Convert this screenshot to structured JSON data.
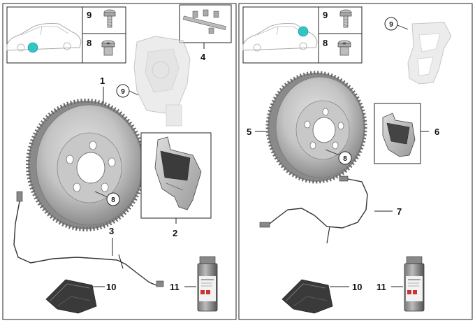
{
  "panels": [
    {
      "side": "front",
      "labels": {
        "disc": "1",
        "pads": "2",
        "sensor": "3",
        "fittings": "4",
        "bolt_top": "9",
        "bolt_bottom": "8",
        "callout_caliper": "9",
        "callout_hub": "8",
        "gloves": "10",
        "spray": "11"
      }
    },
    {
      "side": "rear",
      "labels": {
        "disc": "5",
        "pads": "6",
        "sensor": "7",
        "bolt_top": "9",
        "bolt_bottom": "8",
        "callout_caliper": "9",
        "callout_hub": "8",
        "gloves": "10",
        "spray": "11"
      }
    }
  ],
  "colors": {
    "position_marker": "#2fc5c9",
    "part_gray": "#b8b8b8",
    "frame": "#222222"
  },
  "icons": [
    "car-outline-icon",
    "bolt-icon",
    "sleeve-bolt-icon",
    "brake-disc-icon",
    "brake-pad-icon",
    "wear-sensor-icon",
    "caliper-icon",
    "gloves-icon",
    "spray-can-icon"
  ]
}
